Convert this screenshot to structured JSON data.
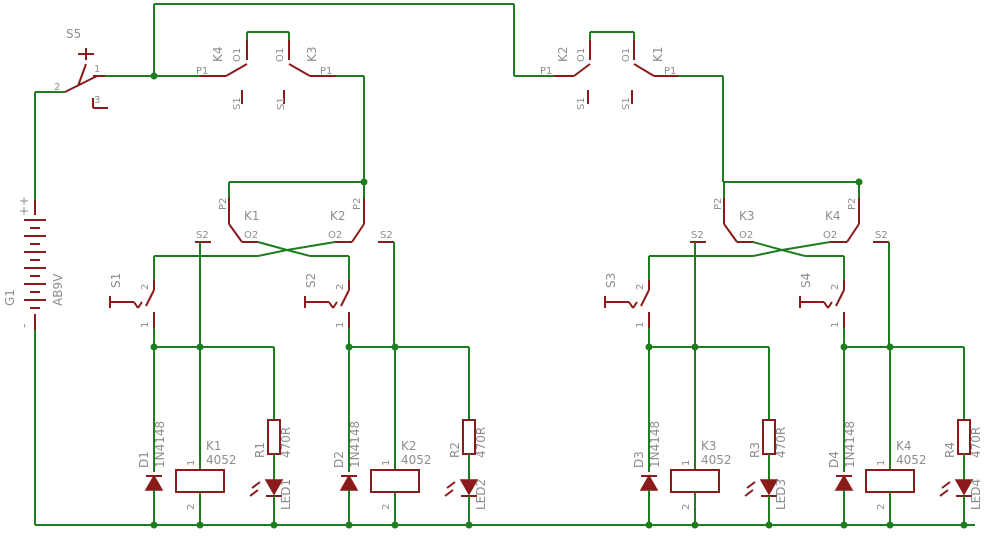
{
  "colors": {
    "wire": "#1e7d1e",
    "component": "#8b1a1a",
    "label": "#8e8e8e",
    "background": "#ffffff"
  },
  "battery": {
    "name": "G1",
    "value": "AB9V",
    "plus": "+",
    "minus": "-"
  },
  "master_switch": {
    "name": "S5",
    "pin1": "1",
    "pin2": "2",
    "pin3": "3"
  },
  "top_contacts": {
    "k4": {
      "relay": "K4",
      "common": "O1",
      "on": "P1",
      "off": "S1"
    },
    "k3": {
      "relay": "K3",
      "common": "O1",
      "on": "P1",
      "off": "S1"
    },
    "k2": {
      "relay": "K2",
      "common": "O1",
      "on": "P1",
      "off": "S1"
    },
    "k1": {
      "relay": "K1",
      "common": "O1",
      "on": "P1",
      "off": "S1"
    }
  },
  "cells": [
    {
      "relay_a": {
        "relay": "K1",
        "common": "O2",
        "on": "P2",
        "off": "S2"
      },
      "relay_b": {
        "relay": "K2",
        "common": "O2",
        "on": "P2",
        "off": "S2"
      },
      "channels": [
        {
          "switch": "S1",
          "sw_pin1": "1",
          "sw_pin2": "2",
          "diode": "D1",
          "diode_type": "1N4148",
          "coil": "K1",
          "coil_type": "4052",
          "coil_pin1": "1",
          "coil_pin2": "2",
          "resistor": "R1",
          "resistor_value": "470R",
          "led": "LED1"
        },
        {
          "switch": "S2",
          "sw_pin1": "1",
          "sw_pin2": "2",
          "diode": "D2",
          "diode_type": "1N4148",
          "coil": "K2",
          "coil_type": "4052",
          "coil_pin1": "1",
          "coil_pin2": "2",
          "resistor": "R2",
          "resistor_value": "470R",
          "led": "LED2"
        }
      ]
    },
    {
      "relay_a": {
        "relay": "K3",
        "common": "O2",
        "on": "P2",
        "off": "S2"
      },
      "relay_b": {
        "relay": "K4",
        "common": "O2",
        "on": "P2",
        "off": "S2"
      },
      "channels": [
        {
          "switch": "S3",
          "sw_pin1": "1",
          "sw_pin2": "2",
          "diode": "D3",
          "diode_type": "1N4148",
          "coil": "K3",
          "coil_type": "4052",
          "coil_pin1": "1",
          "coil_pin2": "2",
          "resistor": "R3",
          "resistor_value": "470R",
          "led": "LED3"
        },
        {
          "switch": "S4",
          "sw_pin1": "1",
          "sw_pin2": "2",
          "diode": "D4",
          "diode_type": "1N4148",
          "coil": "K4",
          "coil_type": "4052",
          "coil_pin1": "1",
          "coil_pin2": "2",
          "resistor": "R4",
          "resistor_value": "470R",
          "led": "LED4"
        }
      ]
    }
  ]
}
